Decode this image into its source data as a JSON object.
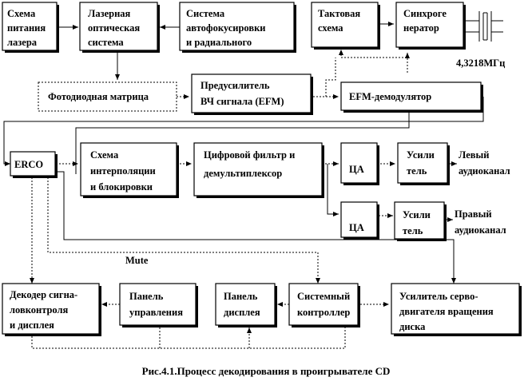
{
  "blocks": {
    "laser_power": [
      "Схема",
      "питания",
      "лазера"
    ],
    "laser_optical": [
      "Лазерная",
      "оптическая",
      "система"
    ],
    "autofocus": [
      "Система",
      "автофокусировки",
      "и радиального"
    ],
    "clock": [
      "Тактовая",
      "схема"
    ],
    "synth": [
      "Синхроге",
      "нератор"
    ],
    "photodiode": [
      "Фотодиодная матрица"
    ],
    "preamp": [
      "Предусилитель",
      "ВЧ сигнала (EFM)"
    ],
    "efm": [
      "EFM-демодулятор"
    ],
    "erco": [
      "ERCO"
    ],
    "interp": [
      "Схема",
      "интерполяции",
      "и блокировки"
    ],
    "filter": [
      "Цифровой фильтр и",
      "демультиплексор"
    ],
    "dac1": [
      "ЦА"
    ],
    "amp1": [
      "Усили",
      "тель"
    ],
    "dac2": [
      "ЦА"
    ],
    "amp2": [
      "Усили",
      "тель"
    ],
    "decoder": [
      "Декодер сигна-",
      "ловконтроля",
      "и дисплея"
    ],
    "panel_ctrl": [
      "Панель",
      "управления"
    ],
    "panel_disp": [
      "Панель",
      "дисплея"
    ],
    "sys_ctrl": [
      "Системный",
      "контроллер"
    ],
    "servo": [
      "Усилитель серво-",
      "двигателя вращения",
      "диска"
    ]
  },
  "labels": {
    "freq": "4,3218МГц",
    "left_ch": [
      "Левый",
      "аудиоканал"
    ],
    "right_ch": [
      "Правый",
      "аудиоканал"
    ],
    "mute": "Mute"
  },
  "caption": "Рис.4.1.Процесс декодирования в проигрывателе CD"
}
